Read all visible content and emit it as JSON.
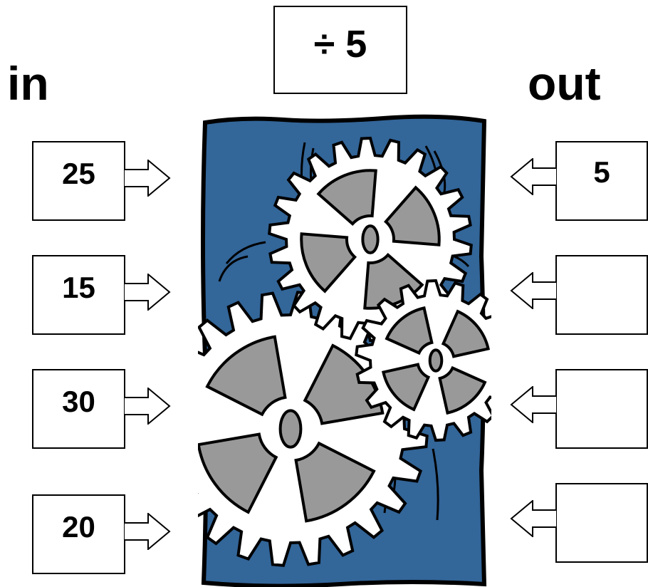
{
  "rule": {
    "operation": "÷ 5"
  },
  "labels": {
    "in": "in",
    "out": "out"
  },
  "inputs": [
    "25",
    "15",
    "30",
    "20"
  ],
  "outputs": [
    "5",
    "",
    "",
    ""
  ],
  "colors": {
    "machine_fill": "#336699",
    "gear_fill": "#ffffff",
    "gear_cutout": "#999999",
    "outline": "#000000"
  },
  "icons": {
    "machine": "gears-machine-icon",
    "arrow_in": "right-arrow-icon",
    "arrow_out": "left-arrow-icon"
  }
}
